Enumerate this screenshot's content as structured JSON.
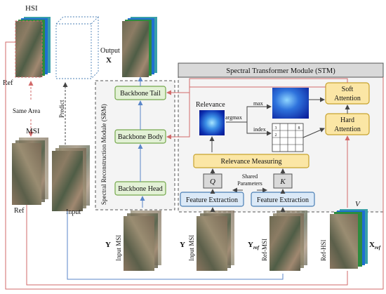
{
  "labels": {
    "hsi": "HSI",
    "output": "Output",
    "output_x": "X",
    "ref_top": "Ref",
    "same_area": "Same Area",
    "predict": "Predict",
    "msi": "MSI",
    "ref_bottom": "Ref",
    "input_bottom": "Input",
    "srm_title": "Spectral Reconstruction Module (SRM)",
    "backbone_tail": "Backbone Tail",
    "backbone_body": "Backbone Body",
    "backbone_head": "Backbone Head",
    "stm_title": "Spectral Transformer Module (STM)",
    "relevance": "Relevance",
    "argmax": "argmax",
    "max": "max",
    "index": "index",
    "soft_attention_1": "Soft",
    "soft_attention_2": "Attention",
    "hard_attention_1": "Hard",
    "hard_attention_2": "Attention",
    "relevance_measuring": "Relevance Measuring",
    "q": "Q",
    "k": "K",
    "shared_1": "Shared",
    "shared_2": "Parameters",
    "feature_extraction_1": "Feature Extraction",
    "feature_extraction_2": "Feature Extraction",
    "v": "V",
    "y1": "Y",
    "input_msi_1": "Input MSI",
    "y2": "Y",
    "input_msi_2": "Input MSI",
    "y_ref": "Y",
    "y_ref_sub": "ref",
    "ref_msi": "Ref-MSI",
    "ref_hsi": "Ref-HSI",
    "x_ref": "X",
    "x_ref_sub": "ref"
  },
  "index_grid": [
    "3",
    "",
    "",
    "8",
    "",
    "",
    "",
    "",
    "2",
    "",
    "",
    "",
    "",
    "",
    "",
    ""
  ],
  "colors": {
    "green_box": "#e3f1d6",
    "blue_box": "#dbe9f7",
    "yellow_box": "#fbe6a5",
    "red_arrow": "#d26a6a",
    "blue_arrow": "#5a86c8"
  }
}
